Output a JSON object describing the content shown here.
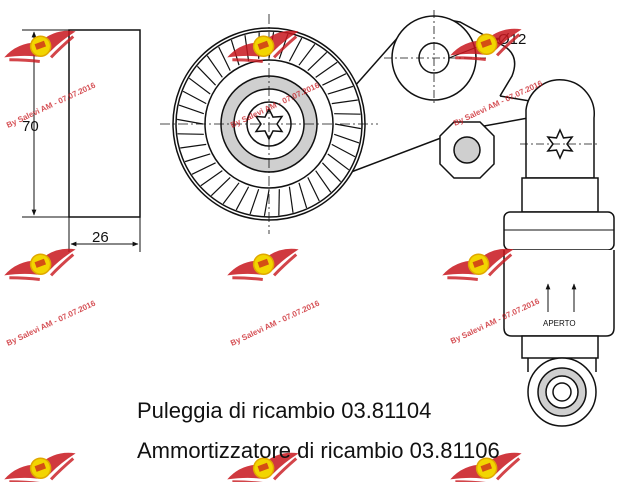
{
  "dimensions": {
    "height_label": "70",
    "width_label": "26",
    "hole_label": "Ø12"
  },
  "damper": {
    "arrow_label": "APERTO"
  },
  "captions": {
    "pulley": "Puleggia di ricambio 03.81104",
    "damper": "Ammortizzatore di ricambio 03.81106"
  },
  "watermark": {
    "text": "By Salevi AM - 07.07.2016"
  },
  "colors": {
    "line": "#111111",
    "watermark_red": "#c8161d",
    "watermark_yellow": "#f2d500"
  }
}
